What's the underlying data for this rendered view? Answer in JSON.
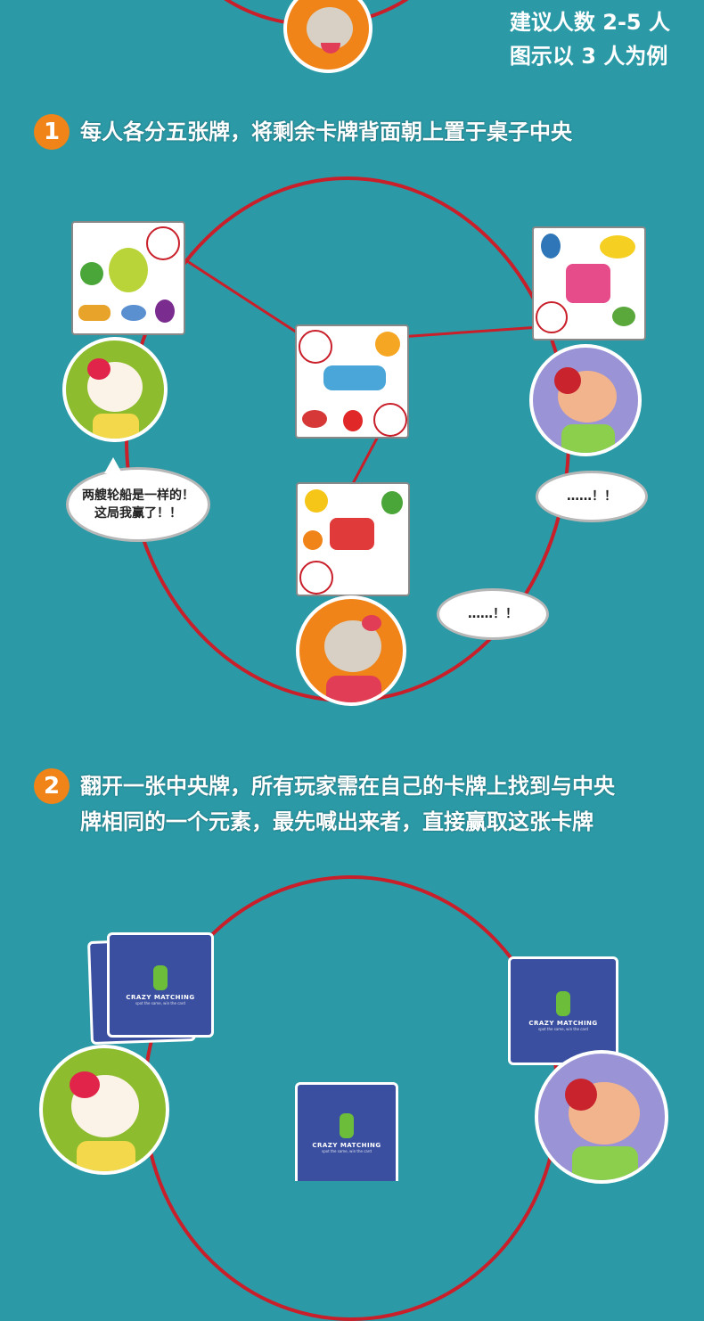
{
  "info": {
    "players": "建议人数 2-5 人",
    "example": "图示以 3 人为例"
  },
  "steps": [
    {
      "num": "1",
      "lines": [
        "每人各分五张牌，将剩余卡牌背面朝上置于桌子中央"
      ]
    },
    {
      "num": "2",
      "lines": [
        "翻开一张中央牌，所有玩家需在自己的卡牌上找到与中央",
        "牌相同的一个元素，最先喊出来者，直接赢取这张卡牌"
      ]
    }
  ],
  "bubbles": {
    "left": [
      "两艘轮船是一样的！",
      "这局我赢了！！"
    ],
    "right": "……！！",
    "bottom": "……！！"
  },
  "card_back": {
    "label": "CRAZY MATCHING",
    "sub": "spot the same, win the card"
  },
  "colors": {
    "background": "#2b9aa6",
    "accent": "#f08418",
    "ring": "#c91f2a",
    "card_back": "#3b4fa0"
  }
}
